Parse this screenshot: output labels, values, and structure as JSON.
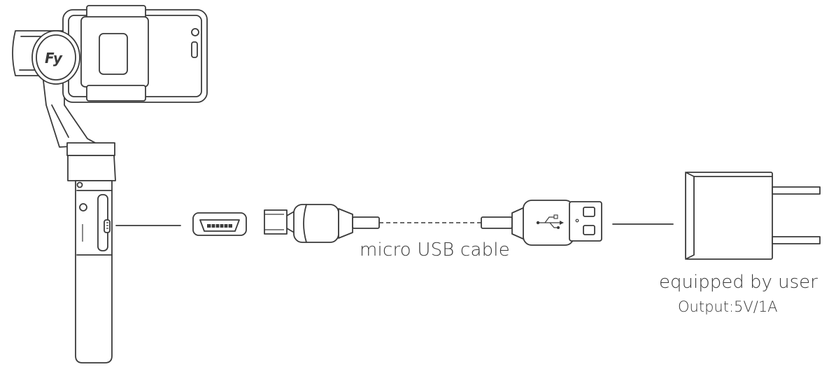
{
  "diagram": {
    "labels": {
      "cable": "micro USB cable",
      "charger": "equipped by user",
      "output": "Output:5V/1A",
      "brand": "Fy"
    }
  }
}
